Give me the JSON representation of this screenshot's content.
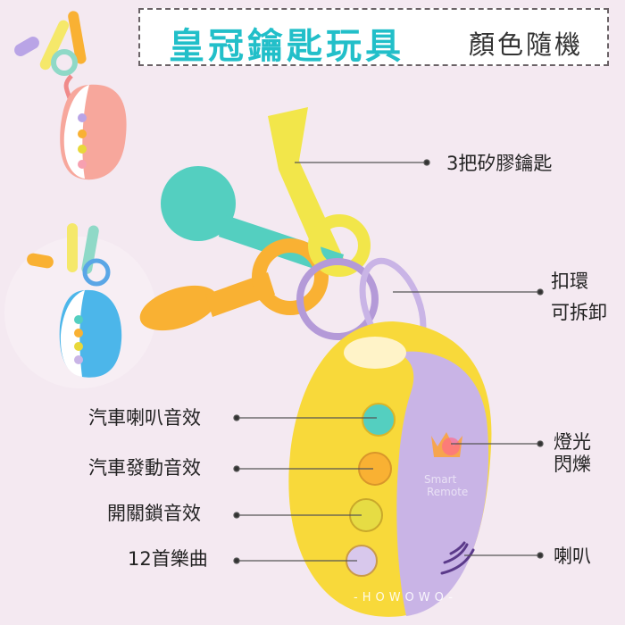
{
  "title": {
    "main": "皇冠鑰匙玩具",
    "sub": "顏色隨機"
  },
  "labels": {
    "keys": "3把矽膠鑰匙",
    "ring_1": "扣環",
    "ring_2": "可拆卸",
    "horn": "汽車喇叭音效",
    "engine": "汽車發動音效",
    "lock": "開關鎖音效",
    "music": "12首樂曲",
    "light_1": "燈光",
    "light_2": "閃爍",
    "speaker": "喇叭"
  },
  "device_text": {
    "line1": "Smart",
    "line2": "Remote"
  },
  "watermark": "-HOWOWO-",
  "colors": {
    "title": "#22bfc9",
    "yellow": "#f8d93a",
    "purple": "#c9b4e6",
    "teal": "#54cfc0",
    "orange": "#f9b133"
  }
}
